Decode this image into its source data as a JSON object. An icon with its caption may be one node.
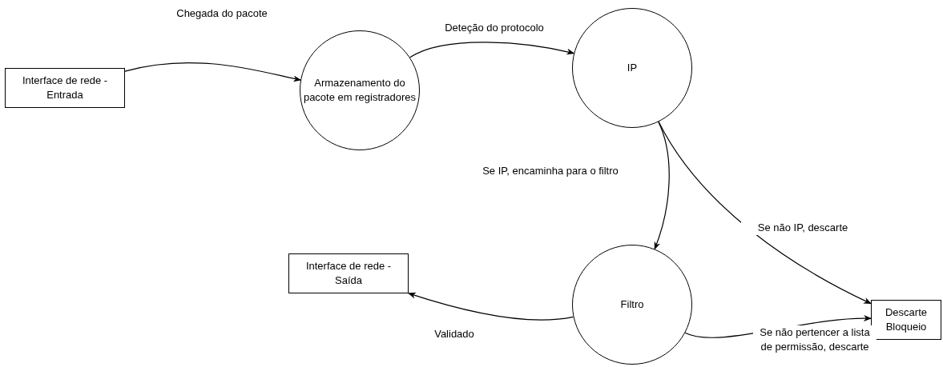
{
  "diagram": {
    "nodes": [
      {
        "text": [
          "Interface de rede - Entrada"
        ]
      },
      {
        "text": [
          "Armazenamento do pacote em registradores"
        ]
      },
      {
        "text": [
          "IP"
        ]
      },
      {
        "text": [
          "Filtro"
        ]
      },
      {
        "text": [
          "Interface de rede - Saída"
        ]
      },
      {
        "text": [
          "Descarte Bloqueio"
        ]
      }
    ],
    "edges": [
      {
        "from": 0,
        "to": 1,
        "arrow": "to",
        "label": "Chegada do pacote"
      },
      {
        "from": 1,
        "to": 2,
        "arrow": "to",
        "label": "Deteção do protocolo"
      },
      {
        "from": 2,
        "to": 3,
        "arrow": "to",
        "label": "Se IP, encaminha para o filtro"
      },
      {
        "from": 2,
        "to": 5,
        "arrow": "to",
        "label": "Se não IP, descarte"
      },
      {
        "from": 3,
        "to": 4,
        "arrow": "to",
        "label": "Validado"
      },
      {
        "from": 3,
        "to": 5,
        "arrow": "to",
        "label": "Se não pertencer a lista de permissão, descarte"
      }
    ]
  }
}
